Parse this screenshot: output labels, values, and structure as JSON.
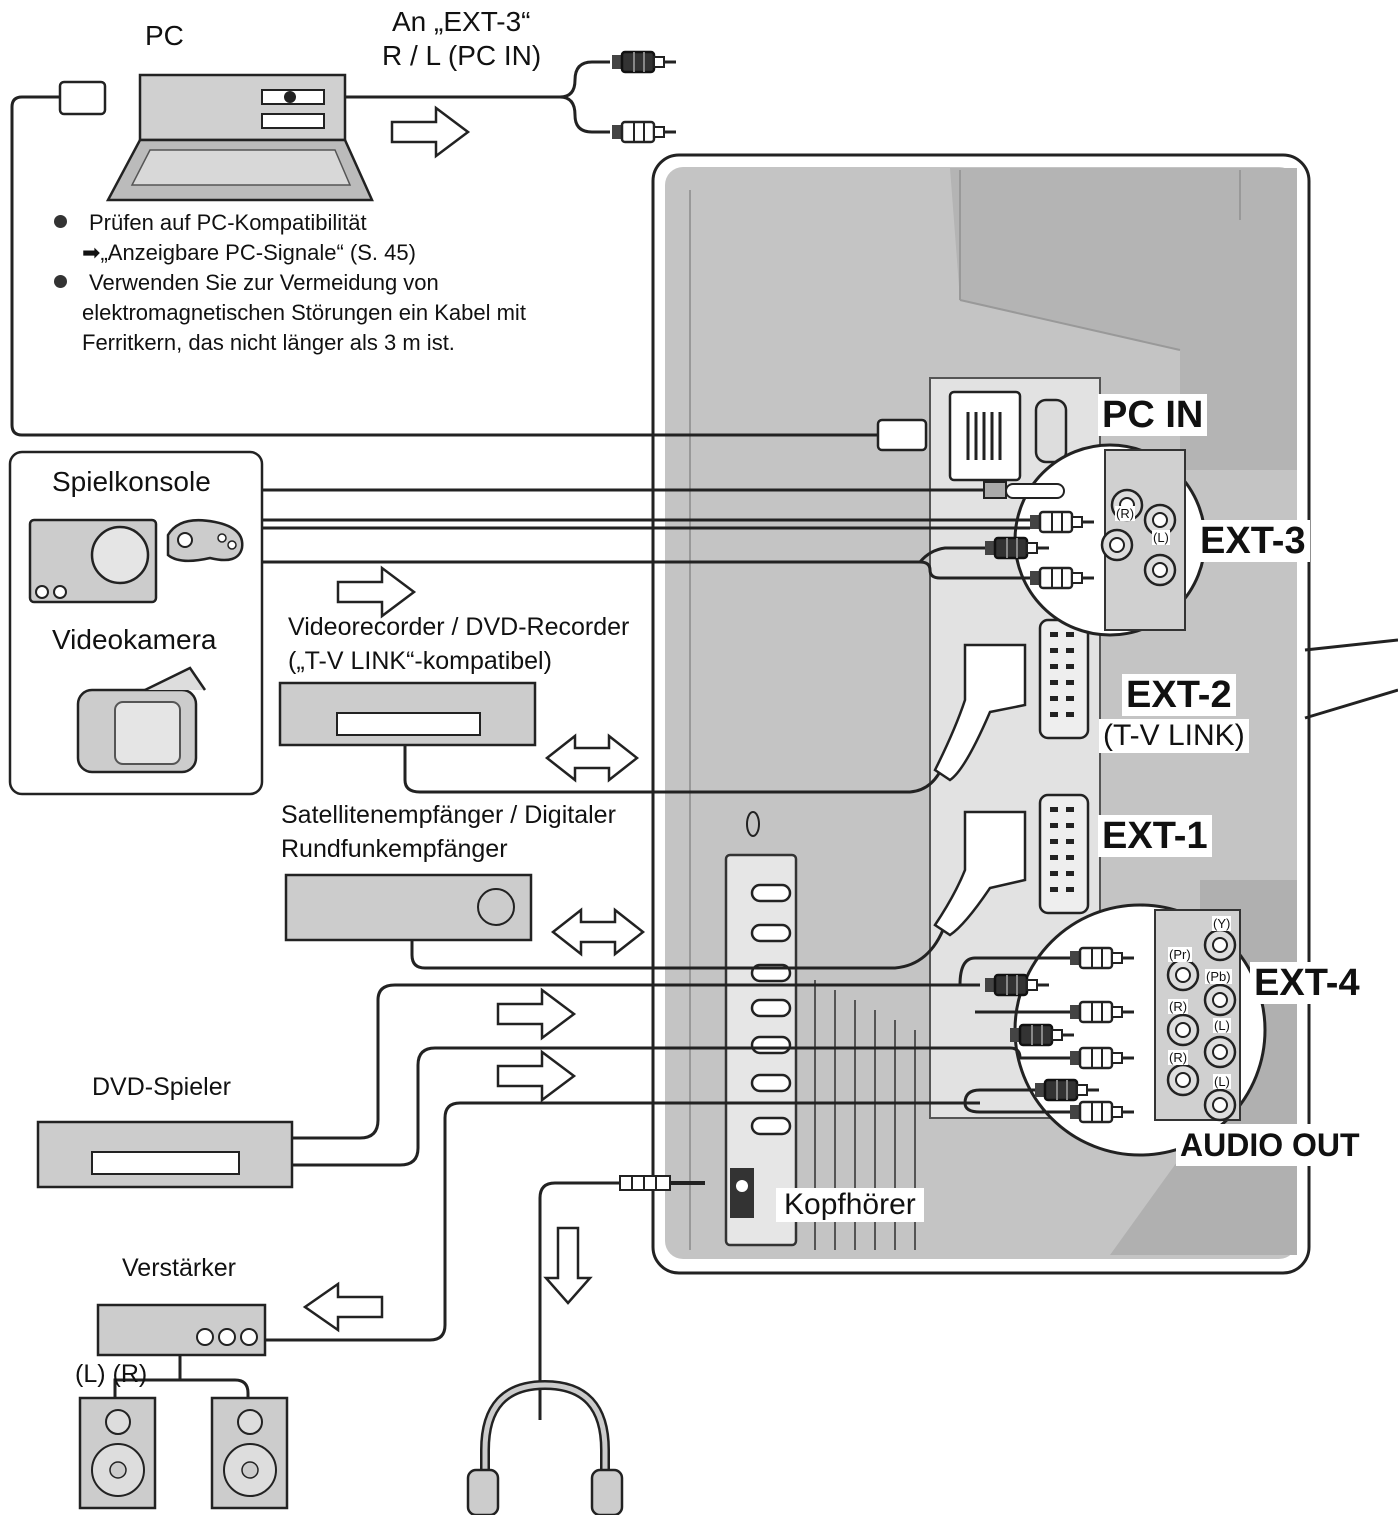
{
  "devices": {
    "pc": "PC",
    "console": "Spielkonsole",
    "camcorder": "Videokamera",
    "recorder_line1": "Videorecorder / DVD-Recorder",
    "recorder_line2": "(„T-V LINK“-kompatibel)",
    "satellite_line1": "Satellitenempfänger / Digitaler",
    "satellite_line2": "Rundfunkempfänger",
    "dvd_player": "DVD-Spieler",
    "amplifier": "Verstärker",
    "speakers": "(L) (R)"
  },
  "pc_cable_note": {
    "line1": "An „EXT-3“",
    "line2": "R / L (PC IN)"
  },
  "pc_notes": {
    "note1": "Prüfen auf PC-Kompatibilität",
    "note1_ref": "„Anzeigbare PC-Signale“ (S. 45)",
    "note2_line1": "Verwenden Sie zur Vermeidung von",
    "note2_line2": "elektromagnetischen Störungen ein Kabel mit",
    "note2_line3": "Ferritkern, das nicht länger als 3 m ist."
  },
  "ports": {
    "pc_in": "PC IN",
    "ext3": "EXT-3",
    "ext2": "EXT-2",
    "ext2_sub": "(T-V LINK)",
    "ext1": "EXT-1",
    "ext4": "EXT-4",
    "audio_out": "AUDIO OUT",
    "headphones": "Kopfhörer"
  },
  "jack_labels": {
    "ext3_r": "(R)",
    "ext3_l": "(L)",
    "y": "(Y)",
    "pr": "(Pr)",
    "pb": "(Pb)",
    "ext4_r": "(R)",
    "ext4_l": "(L)",
    "out_r": "(R)",
    "out_l": "(L)"
  }
}
